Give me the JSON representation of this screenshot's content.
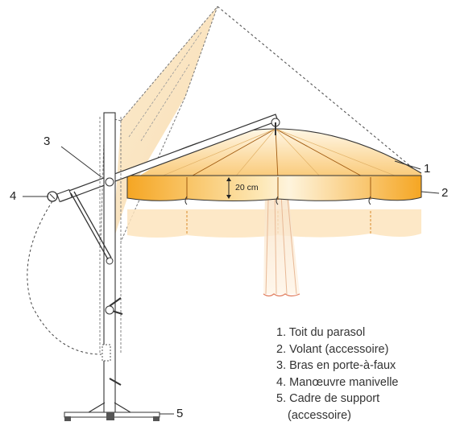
{
  "callouts": [
    "1",
    "2",
    "3",
    "4",
    "5"
  ],
  "dimension_label": "20 cm",
  "legend": [
    "1. Toit du parasol",
    "2. Volant (accessoire)",
    "3. Bras en porte-à-faux",
    "4. Manœuvre manivelle",
    "5. Cadre de support",
    "(accessoire)"
  ],
  "colors": {
    "canopy_warm": "#f6b23c",
    "canopy_light": "#fdebc0",
    "frame_line": "#3a3a3a",
    "dashed_outline": "#555555"
  }
}
